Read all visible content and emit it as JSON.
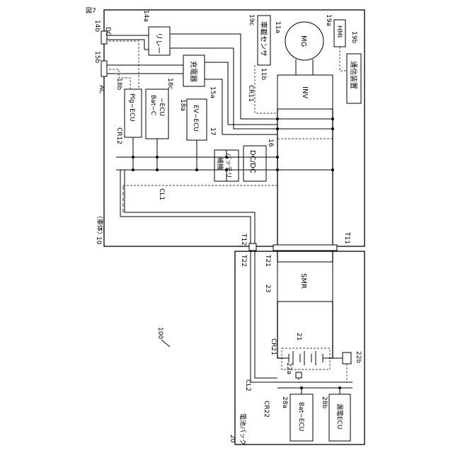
{
  "figure": {
    "label": "図7"
  },
  "vehicle": {
    "label": "〈車体〉",
    "ref": "10"
  },
  "battery_pack": {
    "label": "電池パック",
    "ref": "20"
  },
  "system_ref": "100",
  "inlets": {
    "dc_label": "DC",
    "dc_ref": "14b",
    "ac_label": "AC",
    "ac_ref": "15b"
  },
  "components": {
    "relay": {
      "label": "リレー",
      "ref": "14a"
    },
    "charger": {
      "label": "充電器",
      "ref": "15a"
    },
    "sensor": {
      "label": "車載センサ",
      "ref": "19c"
    },
    "mg": {
      "label": "MG",
      "ref": "11a"
    },
    "hmi": {
      "label": "HMI",
      "ref": "19a"
    },
    "comm": {
      "label": "通信装置",
      "ref": "19b"
    },
    "inv": {
      "label": "INV",
      "ref": "11b"
    },
    "plg_ecu": {
      "label": "Plg−ECU",
      "ref": "18b"
    },
    "bat_c_ecu": {
      "label_1": "Bat−C",
      "label_2": "−ECU",
      "ref": "18c"
    },
    "ev_ecu": {
      "label": "EV−ECU",
      "ref": "18a"
    },
    "aux_battery": {
      "label_1": "補機",
      "label_2": "バッテリ",
      "ref": "17"
    },
    "dcdc": {
      "label": "DC/DC",
      "ref": "16"
    },
    "smr": {
      "label": "SMR",
      "ref": "23"
    },
    "cells": {
      "ref": "21"
    },
    "sensor_22a": {
      "ref": "22a"
    },
    "sensor_22b": {
      "ref": "22b"
    },
    "bat_ecu": {
      "label": "Bat−ECU",
      "ref": "28a"
    },
    "leak_ecu": {
      "label": "漏電ECU",
      "ref": "28b"
    }
  },
  "terminals": {
    "t11": "T11",
    "t12": "T12",
    "t21": "T21",
    "t22": "T22"
  },
  "lines": {
    "cr11": "CR11",
    "cr12": "CR12",
    "cl1": "CL1",
    "cr21": "CR21",
    "cr22": "CR22",
    "cl2": "CL2"
  }
}
